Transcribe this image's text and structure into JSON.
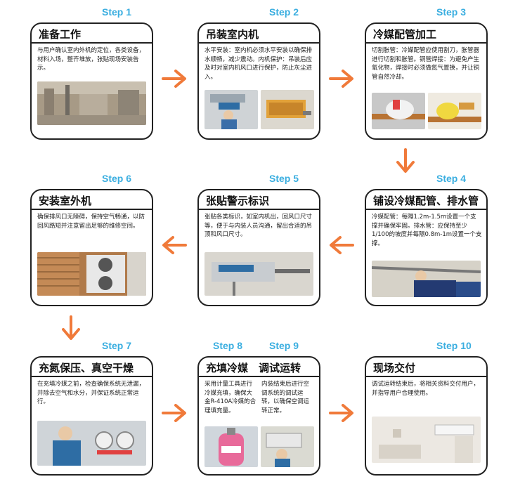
{
  "steps": [
    {
      "label": "Step 1",
      "title": "准备工作",
      "desc": "与用户确认室内外机的定位，各类设备，材料入场，整齐堆放，张贴现场安装告示。"
    },
    {
      "label": "Step 2",
      "title": "吊装室内机",
      "desc": "水平安装：室内机必须水平安装以确保排水顺畅，减少震动。内机保护：吊装后应及时对室内机风口进行保护，防止灰尘进入。"
    },
    {
      "label": "Step 3",
      "title": "冷媒配管加工",
      "desc": "切割胀管：冷媒配管应使用割刀，胀管器进行切割和胀管。铜管焊接：为避免产生氧化物，焊接时必须做氮气置换，并让铜管自然冷却。"
    },
    {
      "label": "Step 4",
      "title": "铺设冷媒配管、排水管",
      "desc": "冷媒配管：每隔1.2m-1.5m设置一个支撑并确保牢固。排水管：应保持至少1/100的坡度并每隔0.8m-1m设置一个支撑。"
    },
    {
      "label": "Step 5",
      "title": "张贴警示标识",
      "desc": "张贴各类标识，如室内机出，回风口尺寸等，便于与内装人员沟通，留出合适的吊顶和风口尺寸。"
    },
    {
      "label": "Step 6",
      "title": "安装室外机",
      "desc": "确保排风口无障碍，保持空气畅通，以防回风路短并注意留出足够的维修空间。"
    },
    {
      "label": "Step 7",
      "title": "充氮保压、真空干燥",
      "desc": "在充填冷媒之前，检查确保系统无泄漏，并除去空气和水分，并保证系统正常运行。"
    },
    {
      "label": "Step 10",
      "title": "现场交付",
      "desc": "调试运转结束后，将相关资料交付用户，并指导用户合理使用。"
    }
  ],
  "step8": {
    "label": "Step 8",
    "desc": "采用计量工具进行冷媒充填，确保大金R-410A冷媒的合理填充量。"
  },
  "step9": {
    "label": "Step 9",
    "desc": "内装结束后进行空调系统的调试运转，以确保空调运转正常。"
  },
  "card8_title": "充填冷媒　调试运转",
  "colors": {
    "step_label": "#3aaee0",
    "arrow": "#f07a3a",
    "border": "#222222"
  }
}
